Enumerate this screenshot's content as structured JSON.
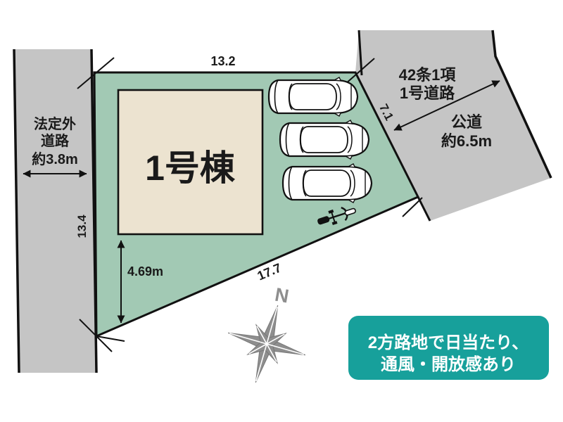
{
  "diagram_type": "real-estate-site-plan",
  "colors": {
    "road_gray": "#c5c5c5",
    "lot_green": "#a2c9b4",
    "building_beige": "#ece3d0",
    "callout_teal": "#17a09b",
    "outline_black": "#111111",
    "compass_gray": "#8e8e8e",
    "callout_text_white": "#ffffff"
  },
  "left_road": {
    "label_line1": "法定外",
    "label_line2": "道路",
    "label_line3": "約3.8m"
  },
  "lot": {
    "top_dim": "13.2",
    "left_dim": "13.4",
    "right_dim": "7.1",
    "bottom_dim": "17.7",
    "building_offset_dim": "4.69m",
    "building_label": "1号棟",
    "parked_cars": 3
  },
  "right_road": {
    "label_line1": "42条1項",
    "label_line2": "1号道路",
    "label_line3": "公道",
    "label_line4": "約6.5m"
  },
  "compass": {
    "north_label": "N"
  },
  "callout": {
    "line1": "2方路地で日当たり、",
    "line2": "通風・開放感あり"
  }
}
